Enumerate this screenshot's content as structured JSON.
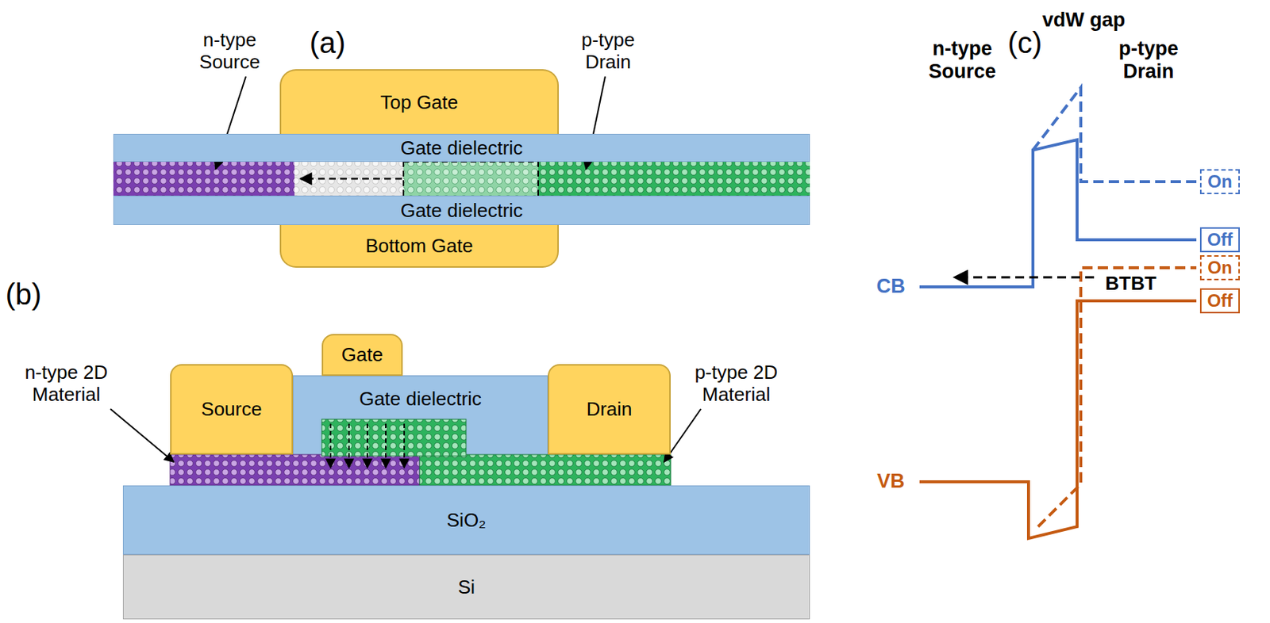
{
  "diagram": {
    "nodes": [
      {
        "text": [
          "Top Gate"
        ]
      },
      {
        "text": [
          "Gate dielectric"
        ]
      },
      {
        "text": [
          "Gate dielectric"
        ]
      },
      {
        "text": [
          "Bottom Gate"
        ]
      },
      {
        "text": [
          "Source"
        ]
      },
      {
        "text": [
          "Gate"
        ]
      },
      {
        "text": [
          "Gate dielectric"
        ]
      },
      {
        "text": [
          "Drain"
        ]
      },
      {
        "text": [
          "SiO₂"
        ]
      },
      {
        "text": [
          "Si"
        ]
      },
      {
        "text": [
          "On"
        ]
      },
      {
        "text": [
          "Off"
        ]
      },
      {
        "text": [
          "On"
        ]
      },
      {
        "text": [
          "Off"
        ]
      }
    ],
    "labels": [
      "(a)",
      "n-type Source",
      "p-type Drain",
      "(b)",
      "n-type 2D Material",
      "p-type 2D Material",
      "(c)",
      "vdW gap",
      "n-type Source",
      "p-type Drain",
      "CB",
      "VB",
      "BTBT"
    ]
  }
}
